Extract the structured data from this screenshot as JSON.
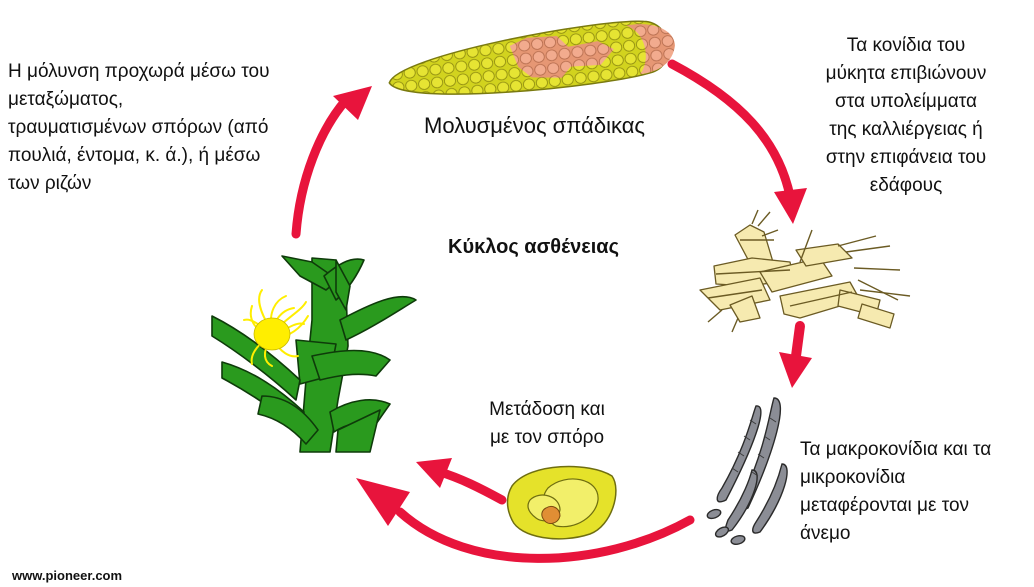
{
  "title": "Κύκλος ασθένειας",
  "infected_ear_label": "Μολυσμένος σπάδικας",
  "stage_texts": {
    "residue_survival": [
      "Τα κονίδια του",
      "μύκητα επιβιώνουν",
      "στα υπολείμματα",
      "της καλλιέργειας ή",
      "στην επιφάνεια του",
      "εδάφους"
    ],
    "wind_dispersal": [
      "Τα μακροκονίδια και τα",
      "μικροκονίδια",
      "μεταφέρονται με τον",
      "άνεμο"
    ],
    "seed_transmission": [
      "Μετάδοση και",
      "με τον σπόρο"
    ],
    "infection_path": [
      "Η μόλυνση προχωρά μέσω του",
      "μεταξώματος,",
      "τραυματισμένων σπόρων (από",
      "πουλιά, έντομα, κ. ά.), ή μέσω",
      "των ριζών"
    ]
  },
  "source": "www.pioneer.com",
  "colors": {
    "arrow": "#e8143c",
    "leaf": "#2a9a1e",
    "silk": "#ffee00",
    "kernel": "#e3e12b",
    "infected_kernel": "#f0a383",
    "residue": "#f6eab0",
    "spore": "#8b8d95"
  }
}
